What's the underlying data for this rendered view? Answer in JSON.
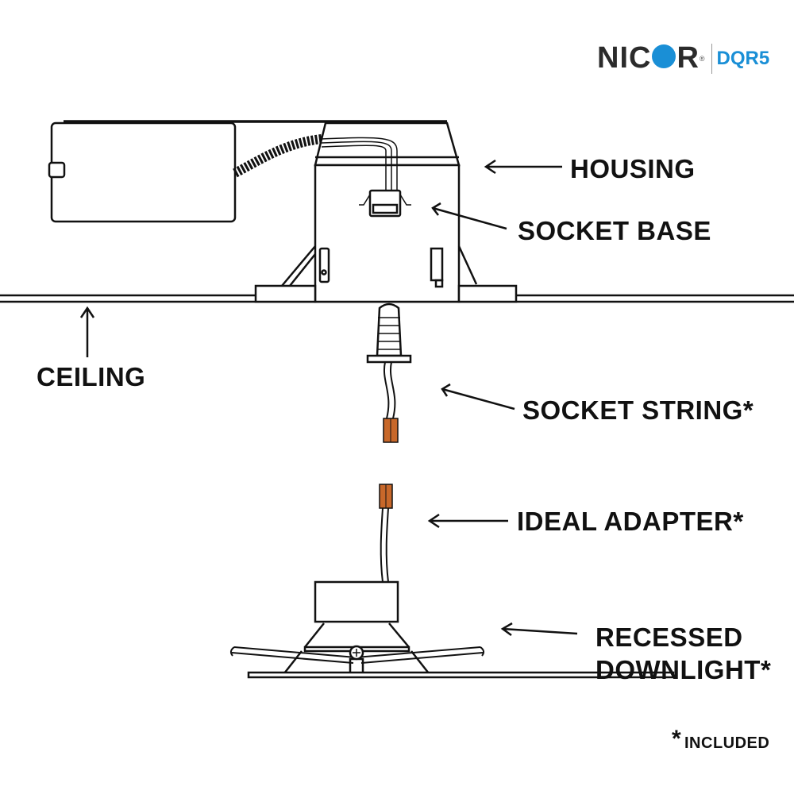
{
  "brand": {
    "name_left": "NIC",
    "name_right": "R",
    "registered": "®",
    "model": "DQR5",
    "accent_color": "#1a8fd6"
  },
  "labels": {
    "housing": "HOUSING",
    "socket_base": "SOCKET BASE",
    "ceiling": "CEILING",
    "socket_string": "SOCKET STRING*",
    "ideal_adapter": "IDEAL ADAPTER*",
    "recessed_line1": "RECESSED",
    "recessed_line2": "DOWNLIGHT*",
    "footnote_star": "*",
    "footnote": "INCLUDED"
  },
  "colors": {
    "connector": "#c8682a",
    "line": "#111111"
  }
}
